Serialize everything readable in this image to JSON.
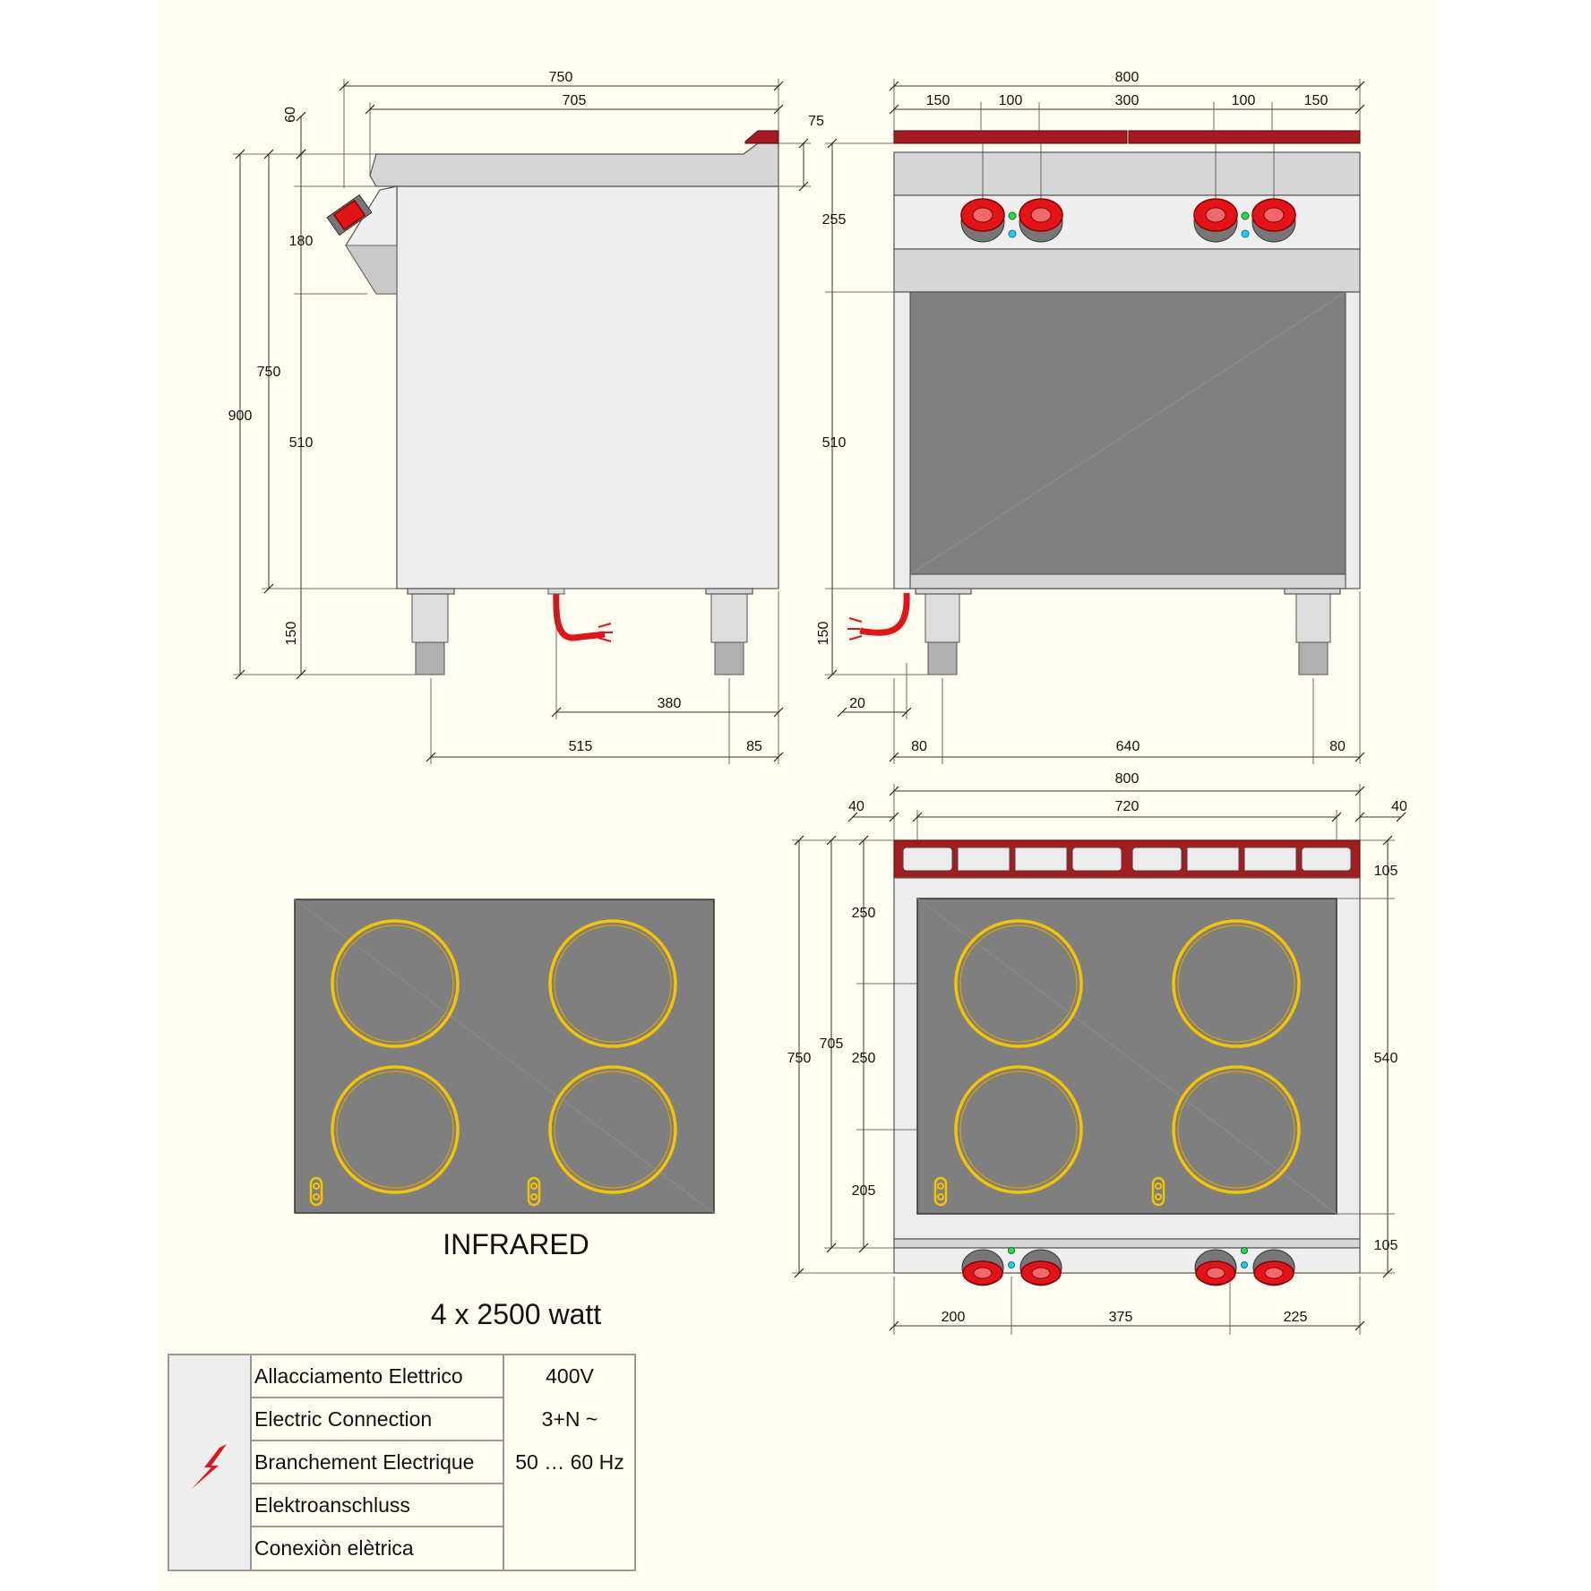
{
  "diagram": {
    "side_view": {
      "dims": {
        "top_overall": "750",
        "top_inner": "705",
        "top_60": "60",
        "top_75": "75",
        "left_180": "180",
        "left_750": "750",
        "left_900": "900",
        "left_510": "510",
        "left_150": "150",
        "bottom_380": "380",
        "bottom_515": "515",
        "bottom_85": "85"
      }
    },
    "front_view": {
      "dims": {
        "top_overall": "800",
        "top_150a": "150",
        "top_100a": "100",
        "top_300": "300",
        "top_100b": "100",
        "top_150b": "150",
        "left_255": "255",
        "left_510": "510",
        "left_150": "150",
        "bottom_20": "20",
        "bottom_80a": "80",
        "bottom_640": "640",
        "bottom_80b": "80"
      }
    },
    "top_view": {
      "dims": {
        "top_overall": "800",
        "top_40a": "40",
        "top_720": "720",
        "top_40b": "40",
        "left_750": "750",
        "left_705": "705",
        "left_250a": "250",
        "left_250b": "250",
        "left_205": "205",
        "right_105a": "105",
        "right_540": "540",
        "right_105b": "105",
        "bottom_200": "200",
        "bottom_375": "375",
        "bottom_225": "225"
      }
    },
    "hob": {
      "type_label": "INFRARED",
      "power_label": "4 x 2500 watt"
    }
  },
  "connection_table": {
    "icon": "lightning-icon",
    "labels": [
      "Allacciamento Elettrico",
      "Electric Connection",
      "Branchement Electrique",
      "Elektroanschluss",
      "Conexiòn elètrica"
    ],
    "values": [
      "400V",
      "3+N ~",
      "50 … 60 Hz"
    ]
  },
  "colors": {
    "background": "#fffef1",
    "zone_ring": "#f5c400",
    "knob": "#e2141a",
    "bar": "#a41c22",
    "ceramic": "#7f7f7f"
  }
}
